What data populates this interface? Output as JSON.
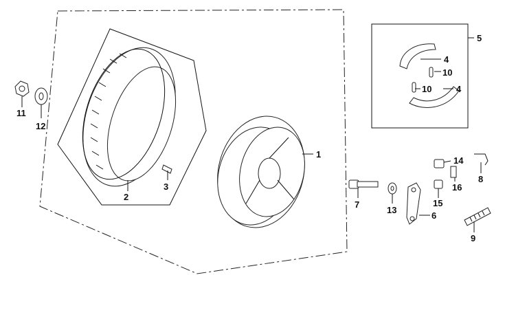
{
  "diagram": {
    "callouts": [
      {
        "id": "c1",
        "text": "1"
      },
      {
        "id": "c2",
        "text": "2"
      },
      {
        "id": "c3",
        "text": "3"
      },
      {
        "id": "c4a",
        "text": "4"
      },
      {
        "id": "c4b",
        "text": "4"
      },
      {
        "id": "c5",
        "text": "5"
      },
      {
        "id": "c6",
        "text": "6"
      },
      {
        "id": "c7",
        "text": "7"
      },
      {
        "id": "c8",
        "text": "8"
      },
      {
        "id": "c9",
        "text": "9"
      },
      {
        "id": "c10a",
        "text": "10"
      },
      {
        "id": "c10b",
        "text": "10"
      },
      {
        "id": "c11",
        "text": "11"
      },
      {
        "id": "c12",
        "text": "12"
      },
      {
        "id": "c13",
        "text": "13"
      },
      {
        "id": "c14",
        "text": "14"
      },
      {
        "id": "c15",
        "text": "15"
      },
      {
        "id": "c16",
        "text": "16"
      }
    ]
  }
}
